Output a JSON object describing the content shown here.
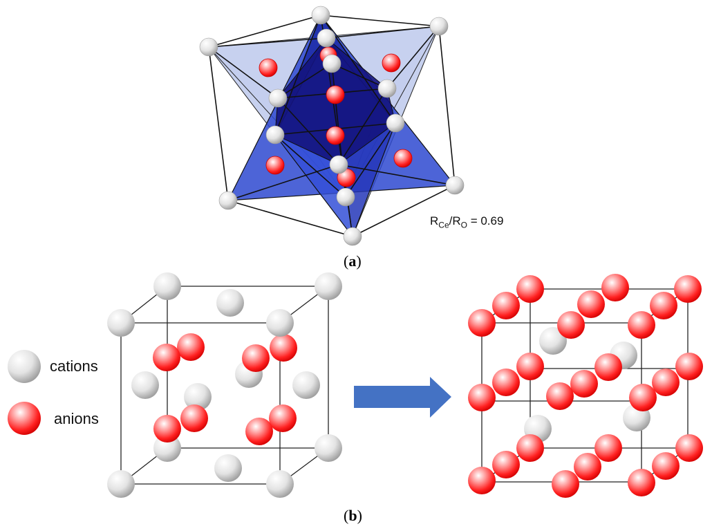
{
  "panel_a": {
    "label_open": "(",
    "label_letter": "a",
    "label_close": ")",
    "ratio_r1": "R",
    "ratio_sub1": "Ce",
    "ratio_slash": "/R",
    "ratio_sub2": "O",
    "ratio_value": " = 0.69"
  },
  "panel_b": {
    "label_open": "(",
    "label_letter": "b",
    "label_close": ")"
  },
  "legend": {
    "cations": "cations",
    "anions": "anions"
  },
  "colors": {
    "cation": "#d8d8d8",
    "anion": "#ff1a1a",
    "tetra_light": "#aab9e6",
    "tetra_dark": "#2a3fc4",
    "tetra_core": "#1a1a8c",
    "arrow": "#4472c4"
  },
  "icons": {
    "cation_sphere": "white-sphere-icon",
    "anion_sphere": "red-sphere-icon",
    "arrow": "right-arrow-icon"
  }
}
